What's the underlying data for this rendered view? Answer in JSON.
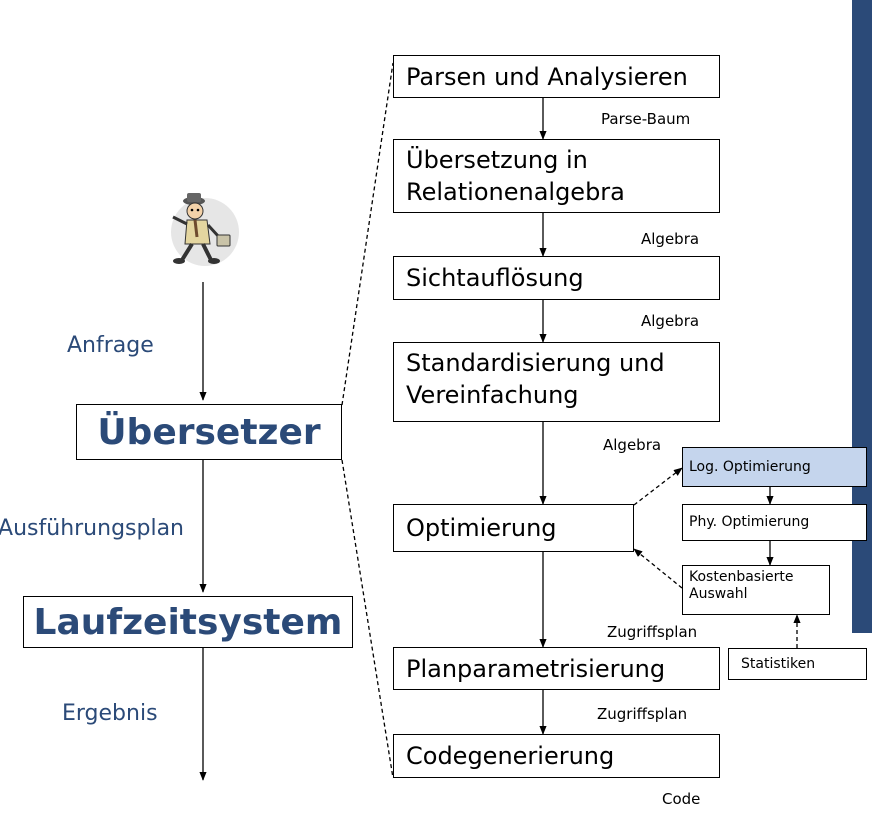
{
  "left": {
    "query_label": "Anfrage",
    "compiler_label": "Übersetzer",
    "plan_label": "Ausführungsplan",
    "runtime_label": "Laufzeitsystem",
    "result_label": "Ergebnis"
  },
  "pipeline": {
    "steps": [
      "Parsen und Analysieren",
      "Übersetzung in Relationenalgebra",
      "Sichtauflösung",
      "Standardisierung und Vereinfachung",
      "Optimierung",
      "Planparametrisierung",
      "Codegenerierung"
    ],
    "edge_labels": [
      "Parse-Baum",
      "Algebra",
      "Algebra",
      "Algebra",
      "Zugriffsplan",
      "Zugriffsplan",
      "Code"
    ]
  },
  "optimization": {
    "logical": "Log. Optimierung",
    "physical": "Phy. Optimierung",
    "cost_based": "Kostenbasierte Auswahl",
    "statistics": "Statistiken"
  },
  "colors": {
    "accent": "#2b4a78",
    "highlight": "#c5d5ed"
  }
}
